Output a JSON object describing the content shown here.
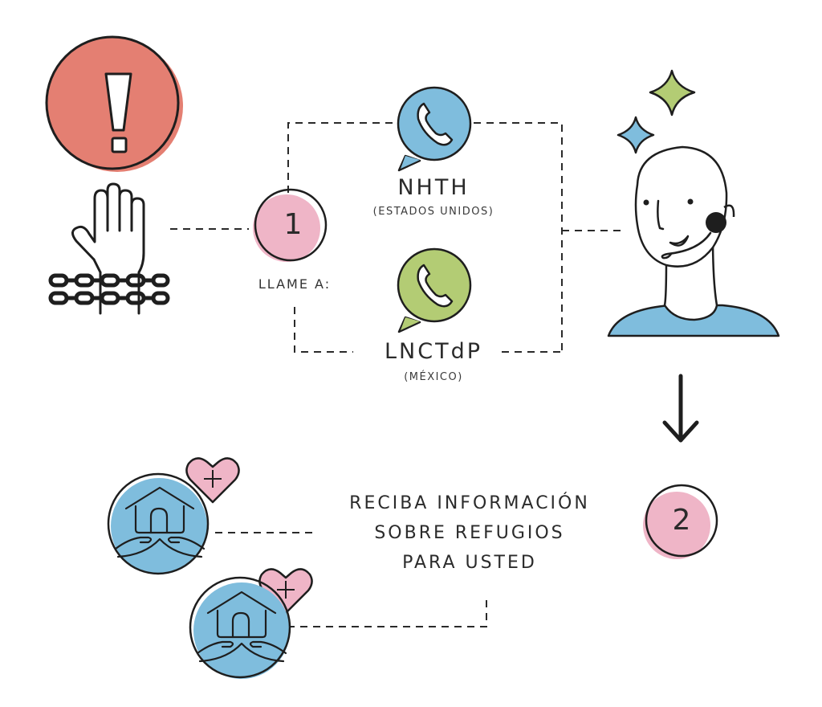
{
  "colors": {
    "alert_red": "#e47f72",
    "step_pink": "#efb5c7",
    "phone_blue": "#7fbddd",
    "phone_green": "#b3cc74",
    "sparkle_green": "#b3cc74",
    "sparkle_blue": "#7fbddd",
    "shirt_blue": "#7fbddd",
    "shelter_blue": "#7fbddd",
    "heart_pink": "#efb5c7",
    "line": "#2a2a2a"
  },
  "icons": {
    "alert": "exclamation-icon",
    "victim": "chained-hand-icon",
    "phone_us": "phone-bubble-icon",
    "phone_mx": "phone-bubble-icon",
    "operator": "headset-operator-icon",
    "arrow": "arrow-down-icon",
    "shelter": "shelter-hands-icon",
    "heart": "heart-plus-icon"
  },
  "step1": {
    "number": "1",
    "label": "LLAME A:"
  },
  "hotlines": [
    {
      "name": "NHTH",
      "country": "(ESTADOS UNIDOS)"
    },
    {
      "name": "LNCTdP",
      "country": "(MÉXICO)"
    }
  ],
  "step2": {
    "number": "2",
    "lines": [
      "RECIBA INFORMACIÓN",
      "SOBRE REFUGIOS",
      "PARA USTED"
    ]
  }
}
